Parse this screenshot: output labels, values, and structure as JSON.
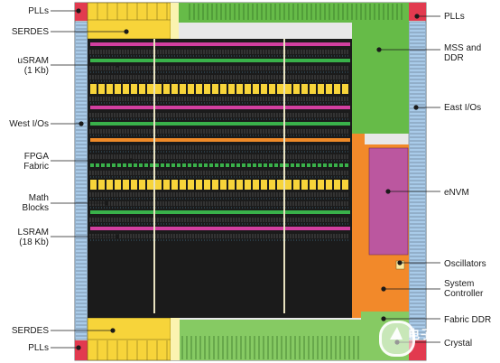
{
  "labels_left": [
    {
      "id": "plls-top",
      "text": "PLLs"
    },
    {
      "id": "serdes-top",
      "text": "SERDES"
    },
    {
      "id": "usram",
      "text": "uSRAM",
      "sub": "(1 Kb)"
    },
    {
      "id": "west-ios",
      "text": "West I/Os"
    },
    {
      "id": "fpga-fabric",
      "text": "FPGA",
      "sub": "Fabric"
    },
    {
      "id": "math-blocks",
      "text": "Math",
      "sub": "Blocks"
    },
    {
      "id": "lsram",
      "text": "LSRAM",
      "sub": "(18 Kb)"
    },
    {
      "id": "serdes-bottom",
      "text": "SERDES"
    },
    {
      "id": "plls-bottom",
      "text": "PLLs"
    }
  ],
  "labels_right": [
    {
      "id": "plls-top-right",
      "text": "PLLs"
    },
    {
      "id": "mss-ddr",
      "text": "MSS and",
      "sub": "DDR"
    },
    {
      "id": "east-ios",
      "text": "East I/Os"
    },
    {
      "id": "envm",
      "text": "eNVM"
    },
    {
      "id": "oscillators",
      "text": "Oscillators"
    },
    {
      "id": "system-controller",
      "text": "System",
      "sub": "Controller"
    },
    {
      "id": "fabric-ddr",
      "text": "Fabric DDR"
    },
    {
      "id": "crystal",
      "text": "Crystal"
    }
  ],
  "colors": {
    "io_blue": "#9ec4e6",
    "pll_red": "#e03a4f",
    "serdes_yellow": "#f5d33a",
    "mss_green": "#6cbf4a",
    "fabric_dark": "#1c1c1c",
    "envm_purple": "#b8559e",
    "sysctrl_orange": "#f08a28",
    "usram_pink": "#d0409c",
    "math_orange": "#f08a28"
  },
  "watermark": {
    "text": "电子发烧友"
  }
}
